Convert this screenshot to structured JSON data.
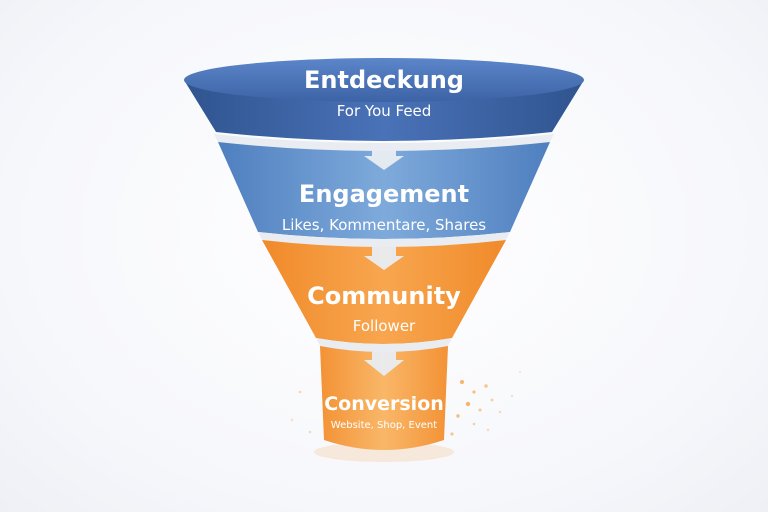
{
  "funnel": {
    "stages": [
      {
        "title": "Entdeckung",
        "subtitle": "For You Feed"
      },
      {
        "title": "Engagement",
        "subtitle": "Likes, Kommentare, Shares"
      },
      {
        "title": "Community",
        "subtitle": "Follower"
      },
      {
        "title": "Conversion",
        "subtitle": "Website, Shop, Event"
      }
    ]
  },
  "colors": {
    "blue_dark": "#3f66ab",
    "blue_light": "#6f9fd4",
    "orange": "#f59a3c",
    "orange_light": "#f7b25d",
    "divider": "#e9edf2"
  }
}
